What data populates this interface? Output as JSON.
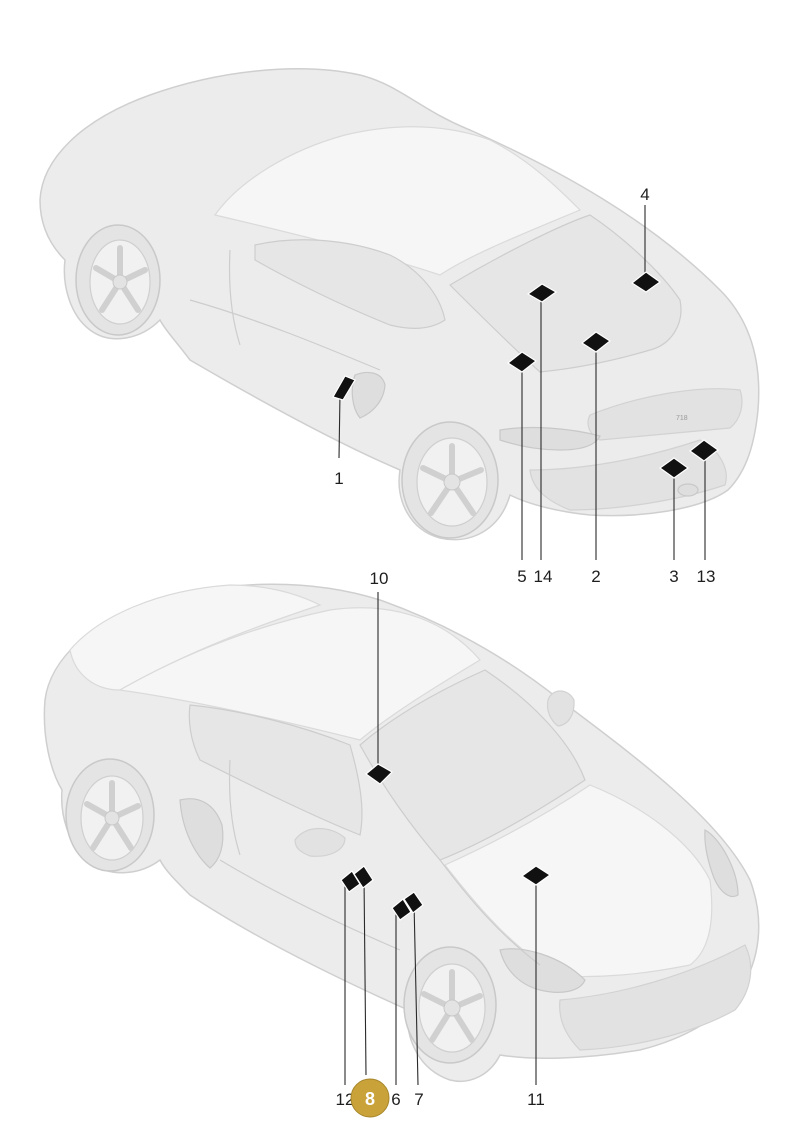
{
  "callouts": {
    "c1": "1",
    "c2": "2",
    "c3": "3",
    "c4": "4",
    "c5": "5",
    "c6": "6",
    "c7": "7",
    "c8": "8",
    "c10": "10",
    "c11": "11",
    "c12": "12",
    "c13": "13",
    "c14": "14"
  },
  "highlight": {
    "callout": "8",
    "color": "#c9a33a"
  },
  "colors": {
    "car_fill": "#ececec",
    "marker": "#111111",
    "leader": "#2a2a2a"
  },
  "badge_text": "718"
}
